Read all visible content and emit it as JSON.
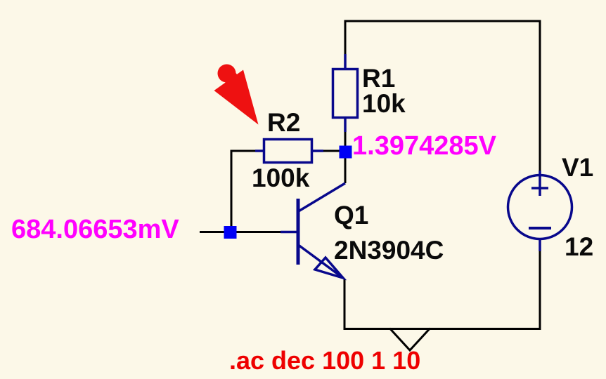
{
  "app": {
    "name": "spice-schematic-editor",
    "background_color": "#FCF8E8"
  },
  "colors": {
    "wire": "#000000",
    "symbol": "#08088C",
    "junction": "#0000F5",
    "voltage_readout": "#FF00FF",
    "directive_text": "#EE0000",
    "pointer_arrow": "#EE1111",
    "label_text": "#0A0A0A"
  },
  "components": {
    "r1": {
      "designator": "R1",
      "value": "10k",
      "type": "resistor"
    },
    "r2": {
      "designator": "R2",
      "value": "100k",
      "type": "resistor"
    },
    "q1": {
      "designator": "Q1",
      "value": "2N3904C",
      "type": "npn-transistor"
    },
    "v1": {
      "designator": "V1",
      "value": "12",
      "type": "voltage-source"
    }
  },
  "readouts": {
    "collector_node_voltage": "1.3974285V",
    "base_node_voltage": "684.06653mV"
  },
  "directive": {
    "text": ".ac dec 100 1 10"
  }
}
